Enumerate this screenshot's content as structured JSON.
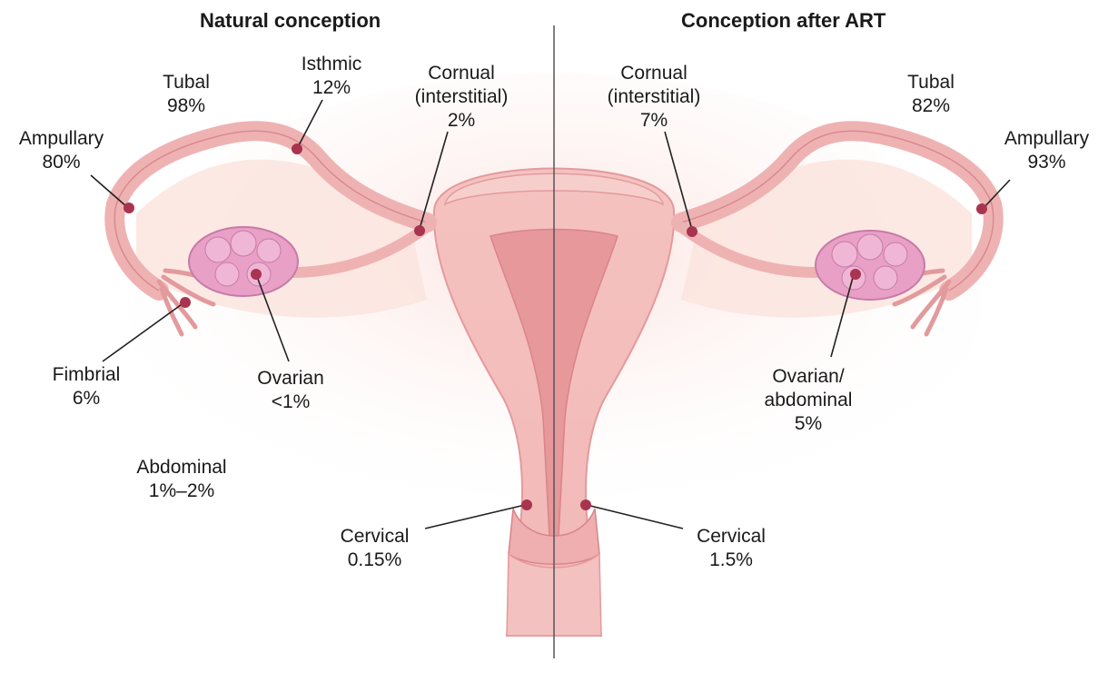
{
  "panels": {
    "left": {
      "title": "Natural conception",
      "labels": {
        "tubal": [
          "Tubal",
          "98%"
        ],
        "isthmic": [
          "Isthmic",
          "12%"
        ],
        "cornual": [
          "Cornual",
          "(interstitial)",
          "2%"
        ],
        "ampullary": [
          "Ampullary",
          "80%"
        ],
        "fimbrial": [
          "Fimbrial",
          "6%"
        ],
        "ovarian": [
          "Ovarian",
          "<1%"
        ],
        "abdominal": [
          "Abdominal",
          "1%–2%"
        ],
        "cervical": [
          "Cervical",
          "0.15%"
        ]
      }
    },
    "right": {
      "title": "Conception after ART",
      "labels": {
        "cornual": [
          "Cornual",
          "(interstitial)",
          "7%"
        ],
        "tubal": [
          "Tubal",
          "82%"
        ],
        "ampullary": [
          "Ampullary",
          "93%"
        ],
        "ovarian_abdominal": [
          "Ovarian/",
          "abdominal",
          "5%"
        ],
        "cervical": [
          "Cervical",
          "1.5%"
        ]
      }
    }
  },
  "colors": {
    "tissue": "#f0b3b6",
    "tissue_dark": "#d98a91",
    "ovary": "#e9a0c6",
    "marker": "#a8344f",
    "divider": "#555555"
  }
}
